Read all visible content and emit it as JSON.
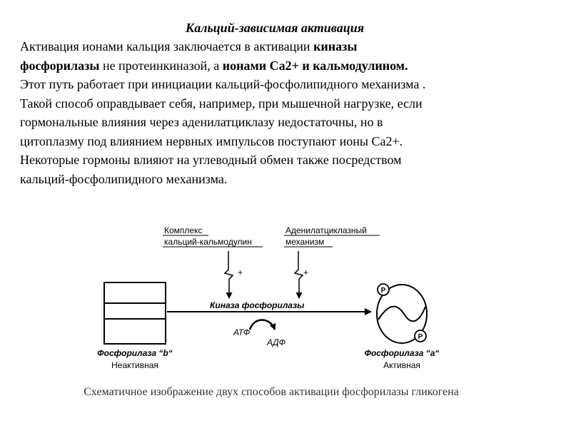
{
  "title": "Кальций-зависимая активация",
  "paragraph": {
    "lines": [
      [
        {
          "text": "Активация ионами кальция заключается в активации ",
          "bold": false
        },
        {
          "text": "киназы",
          "bold": true
        }
      ],
      [
        {
          "text": "фосфорилазы",
          "bold": true
        },
        {
          "text": " не протеинкиназой, а ",
          "bold": false
        },
        {
          "text": "ионами Са2+ и кальмодулином.",
          "bold": true
        }
      ],
      [
        {
          "text": "Этот путь работает при инициации кальций-фосфолипидного механизма .",
          "bold": false
        }
      ],
      [
        {
          "text": "Такой способ оправдывает себя, например, при мышечной нагрузке, если",
          "bold": false
        }
      ],
      [
        {
          "text": "гормональные влияния через аденилатциклазу недостаточны, но в",
          "bold": false
        }
      ],
      [
        {
          "text": "цитоплазму под влиянием нервных импульсов поступают ионы Са2+.",
          "bold": false
        }
      ],
      [
        {
          "text": "Некоторые гормоны влияют на углеводный обмен также посредством",
          "bold": false
        }
      ],
      [
        {
          "text": "кальций-фосфолипидного механизма.",
          "bold": false
        }
      ]
    ]
  },
  "diagram": {
    "complex_label_1": "Комплекс",
    "complex_label_2": "кальций-кальмодулин",
    "adenylate_label_1": "Аденилатциклазный",
    "adenylate_label_2": "механизм",
    "plus_sign": "+",
    "kinase_label": "Киназа фосфорилазы",
    "atp_label": "АТФ",
    "adp_label": "АДФ",
    "phosphate_label": "P",
    "phosphorylase_b_name": "Фосфорилаза “b“",
    "phosphorylase_b_state": "Неактивная",
    "phosphorylase_a_name": "Фосфорилаза “a“",
    "phosphorylase_a_state": "Активная"
  },
  "caption": "Схематичное изображение двух способов активации фосфорилазы гликогена"
}
